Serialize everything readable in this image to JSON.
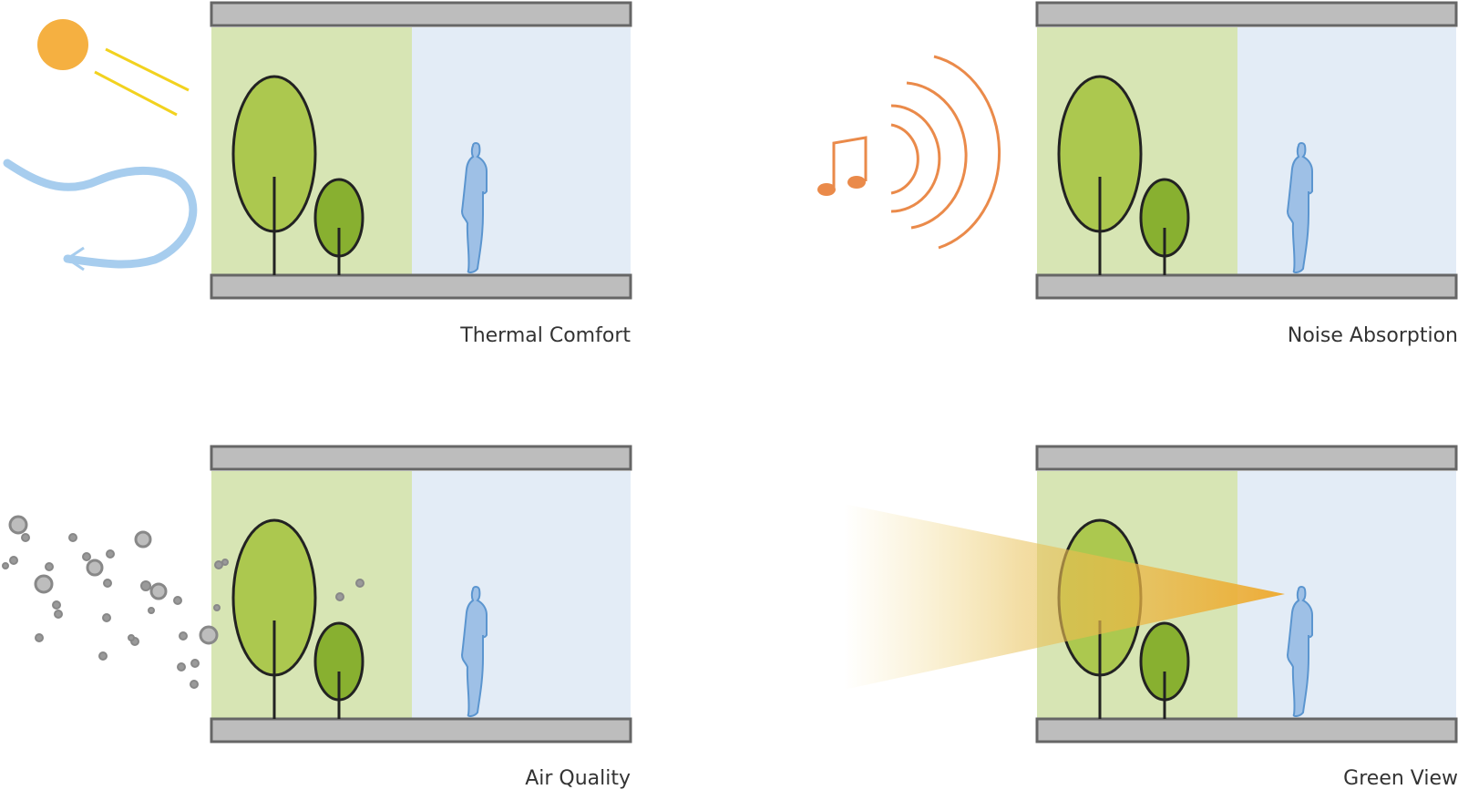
{
  "panels": [
    {
      "id": "thermal",
      "caption": "Thermal Comfort",
      "driver": "sun-and-wind"
    },
    {
      "id": "noise",
      "caption": "Noise Absorption",
      "driver": "sound"
    },
    {
      "id": "air",
      "caption": "Air Quality",
      "driver": "particles"
    },
    {
      "id": "green",
      "caption": "Green View",
      "driver": "view-cone"
    }
  ],
  "colors": {
    "slab_fill": "#bdbdbd",
    "slab_stroke": "#666666",
    "green_zone": "#d7e5b4",
    "room_zone": "#e3ecf6",
    "tree_large": "#acc84f",
    "tree_small": "#88b030",
    "person": "#9ec0e6",
    "person_stroke": "#5b95cf",
    "sun": "#f5b041",
    "sun_rays": "#f2d21f",
    "wind": "#a7cdee",
    "sound": "#ea8a4a",
    "particles": "#888888",
    "view_cone": "#eeb02e"
  },
  "icons": [
    "sun-icon",
    "wind-icon",
    "music-note-icon",
    "sound-wave-icon",
    "particle-icon",
    "view-cone-icon",
    "tree-icon",
    "person-icon"
  ]
}
